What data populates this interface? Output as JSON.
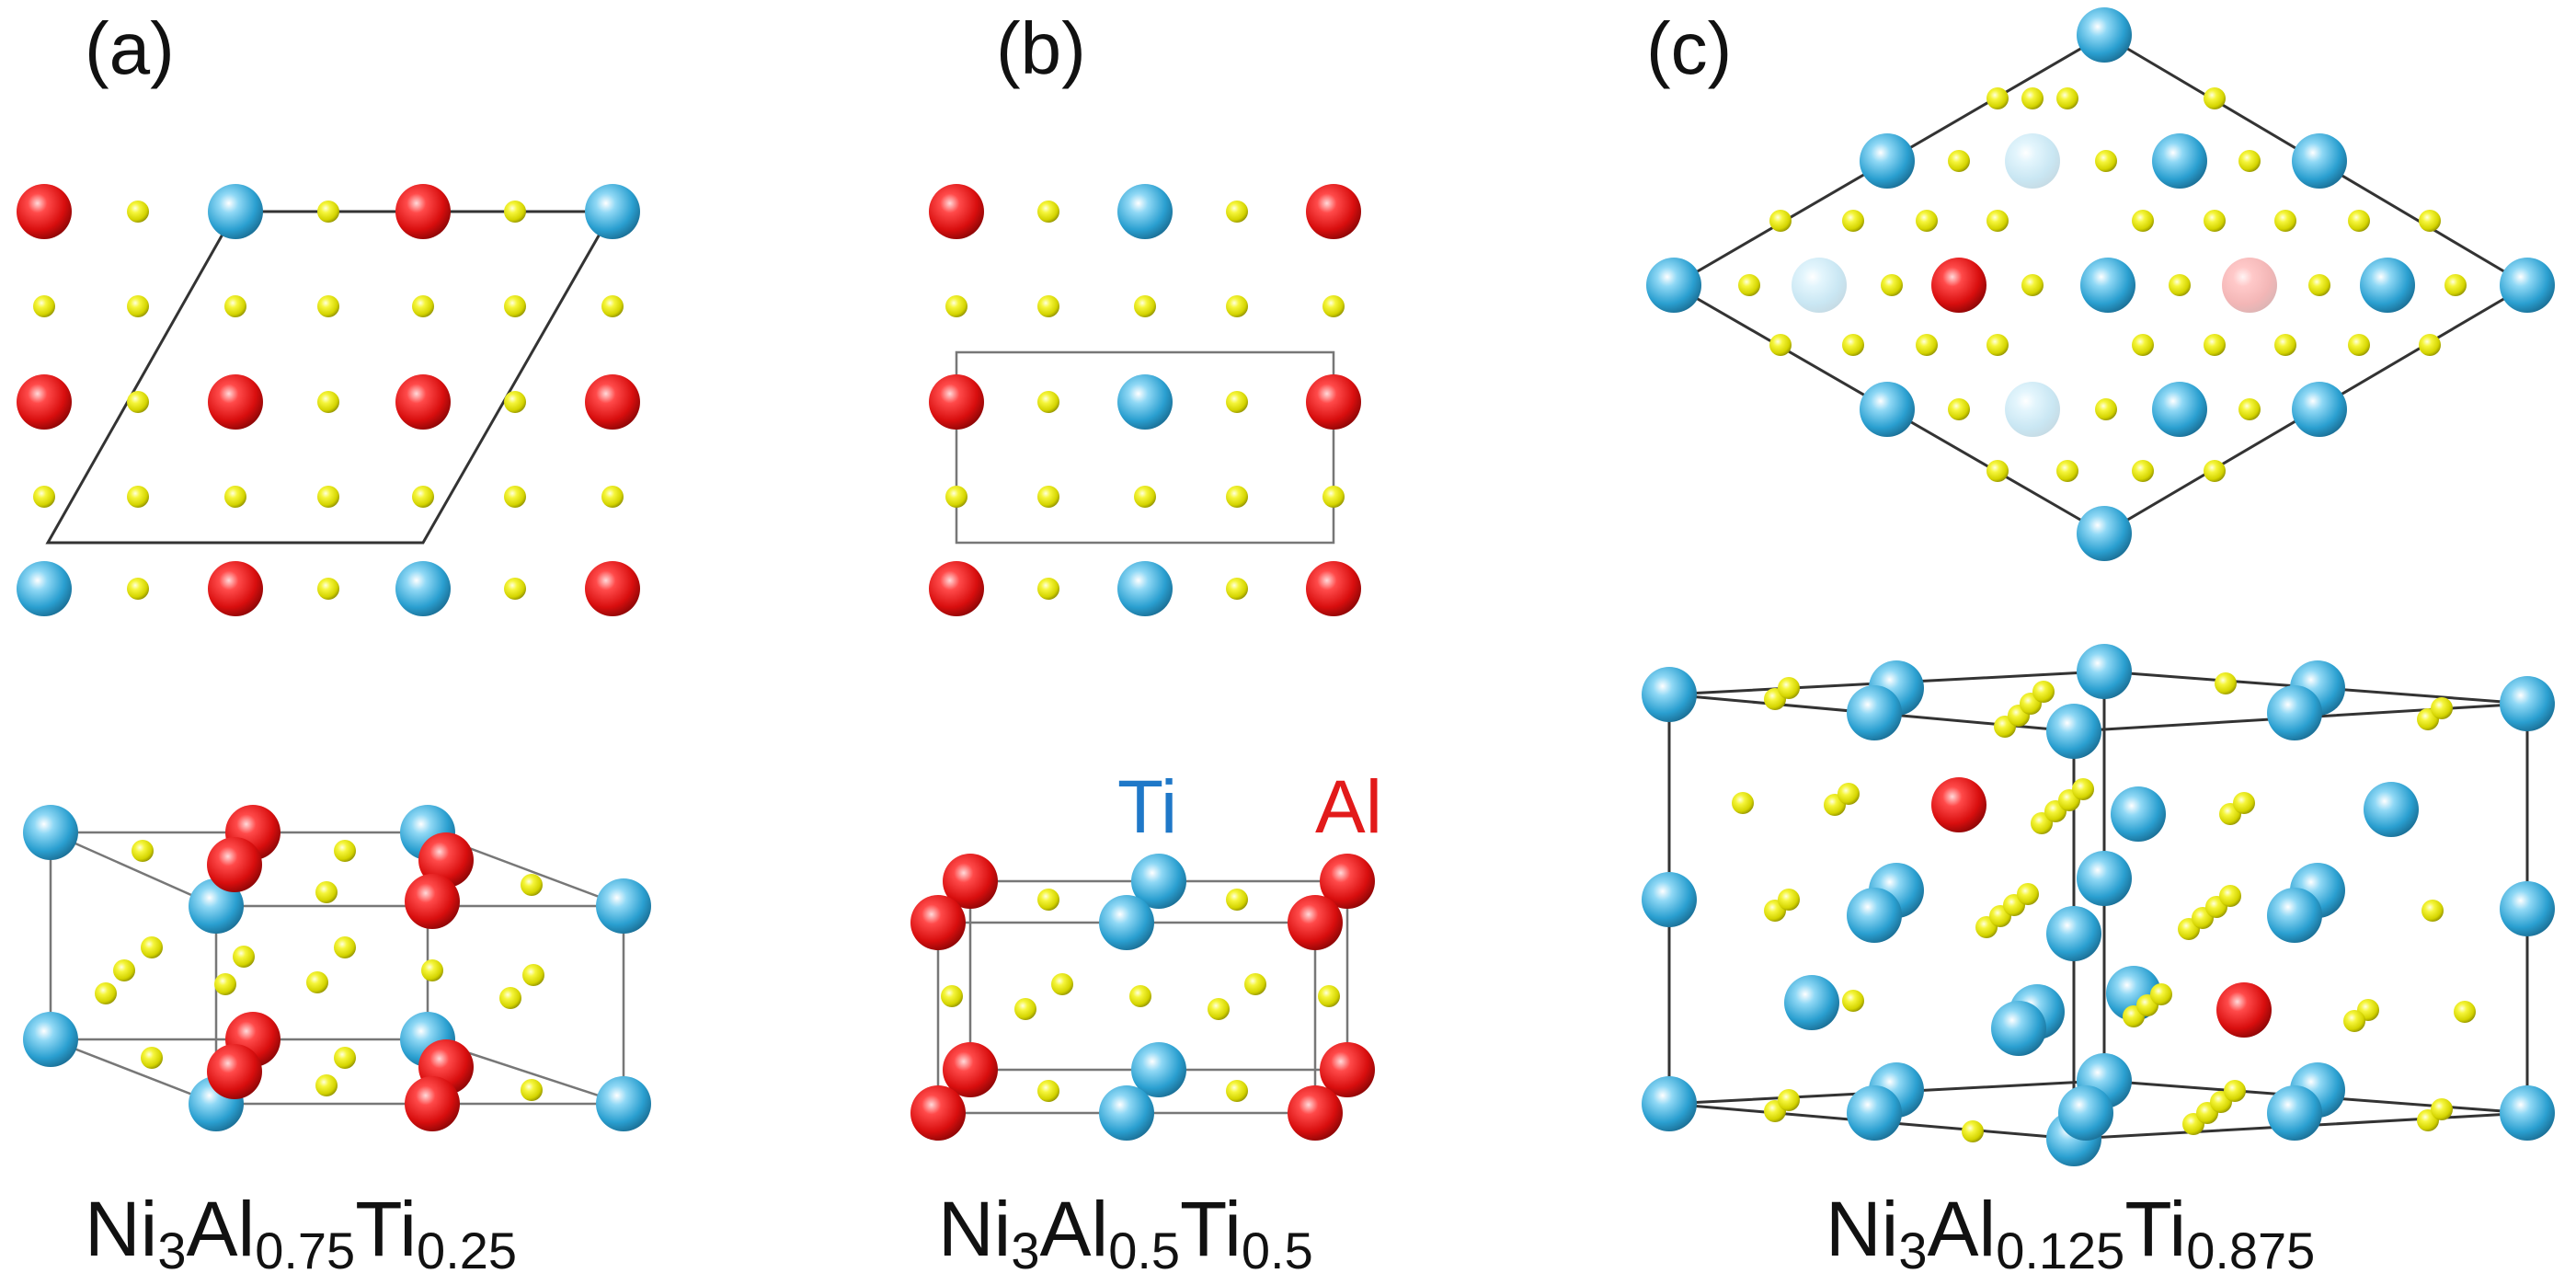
{
  "panels": [
    {
      "label": "(a)",
      "formula": {
        "base": "Ni",
        "n1": "3",
        "el2": "Al",
        "n2": "0.75",
        "el3": "Ti",
        "n3": "0.25"
      }
    },
    {
      "label": "(b)",
      "formula": {
        "base": "Ni",
        "n1": "3",
        "el2": "Al",
        "n2": "0.5",
        "el3": "Ti",
        "n3": "0.5"
      }
    },
    {
      "label": "(c)",
      "formula": {
        "base": "Ni",
        "n1": "3",
        "el2": "Al",
        "n2": "0.125",
        "el3": "Ti",
        "n3": "0.875"
      }
    }
  ],
  "legend": {
    "ti": "Ti",
    "al": "Al"
  },
  "colors": {
    "ti": "#3aa9d6",
    "al": "#e01818",
    "ni": "#e0e000",
    "ti_text": "#1f78c8",
    "al_text": "#e21a1a"
  }
}
